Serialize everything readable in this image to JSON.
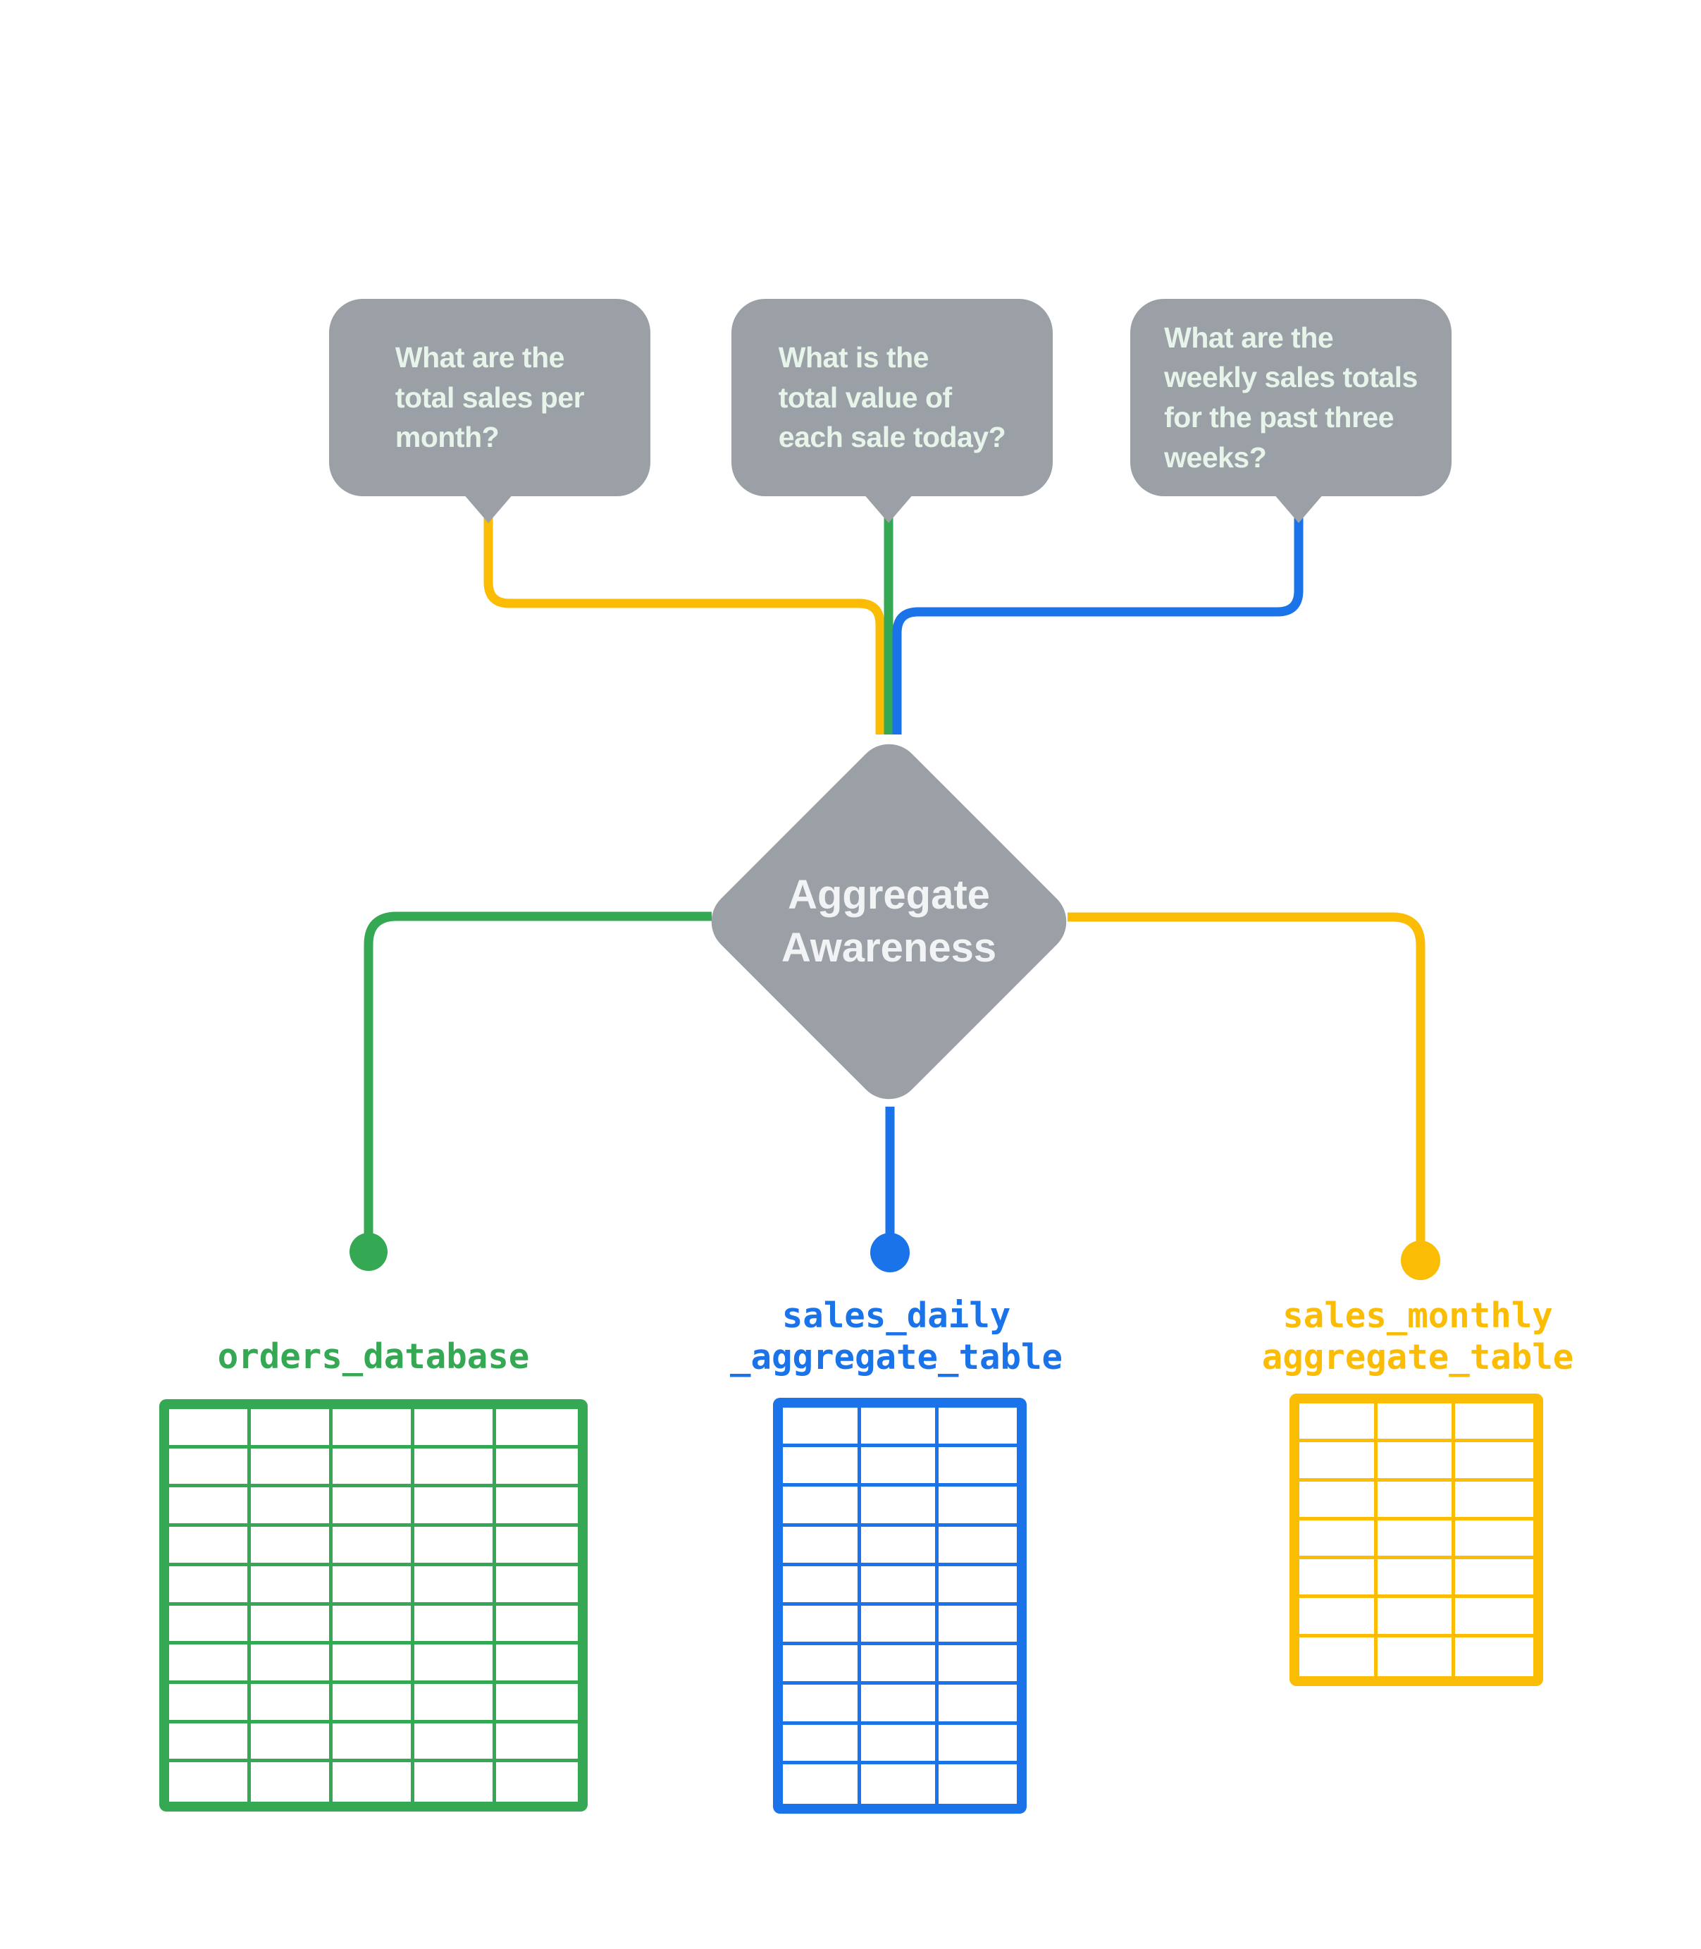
{
  "diagram": {
    "questions": [
      {
        "id": "q1",
        "text": "What are the\ntotal sales per\nmonth?",
        "connector": "yellow",
        "routes_to": "sales_monthly aggregate_table"
      },
      {
        "id": "q2",
        "text": "What is the\ntotal value of\neach sale today?",
        "connector": "green",
        "routes_to": "orders_database"
      },
      {
        "id": "q3",
        "text": "What are the\nweekly sales totals\nfor the past three\nweeks?",
        "connector": "blue",
        "routes_to": "sales_daily _aggregate_table"
      }
    ],
    "hub": {
      "label": "Aggregate\nAwareness"
    },
    "tables": [
      {
        "label": "orders_database",
        "color": "#34a853",
        "columns": 5,
        "rows": 10,
        "connector": "green"
      },
      {
        "label": "sales_daily\n_aggregate_table",
        "color": "#1a73e8",
        "columns": 3,
        "rows": 10,
        "connector": "blue"
      },
      {
        "label": "sales_monthly\naggregate_table",
        "color": "#fbbc04",
        "columns": 3,
        "rows": 7,
        "connector": "yellow"
      }
    ],
    "colors": {
      "yellow": "#fbbc04",
      "green": "#34a853",
      "blue": "#1a73e8",
      "shape_gray": "#9aa0a6",
      "bubble_text": "#e6f4ea",
      "hub_text": "#f1f3f4",
      "background": "#ffffff"
    }
  }
}
